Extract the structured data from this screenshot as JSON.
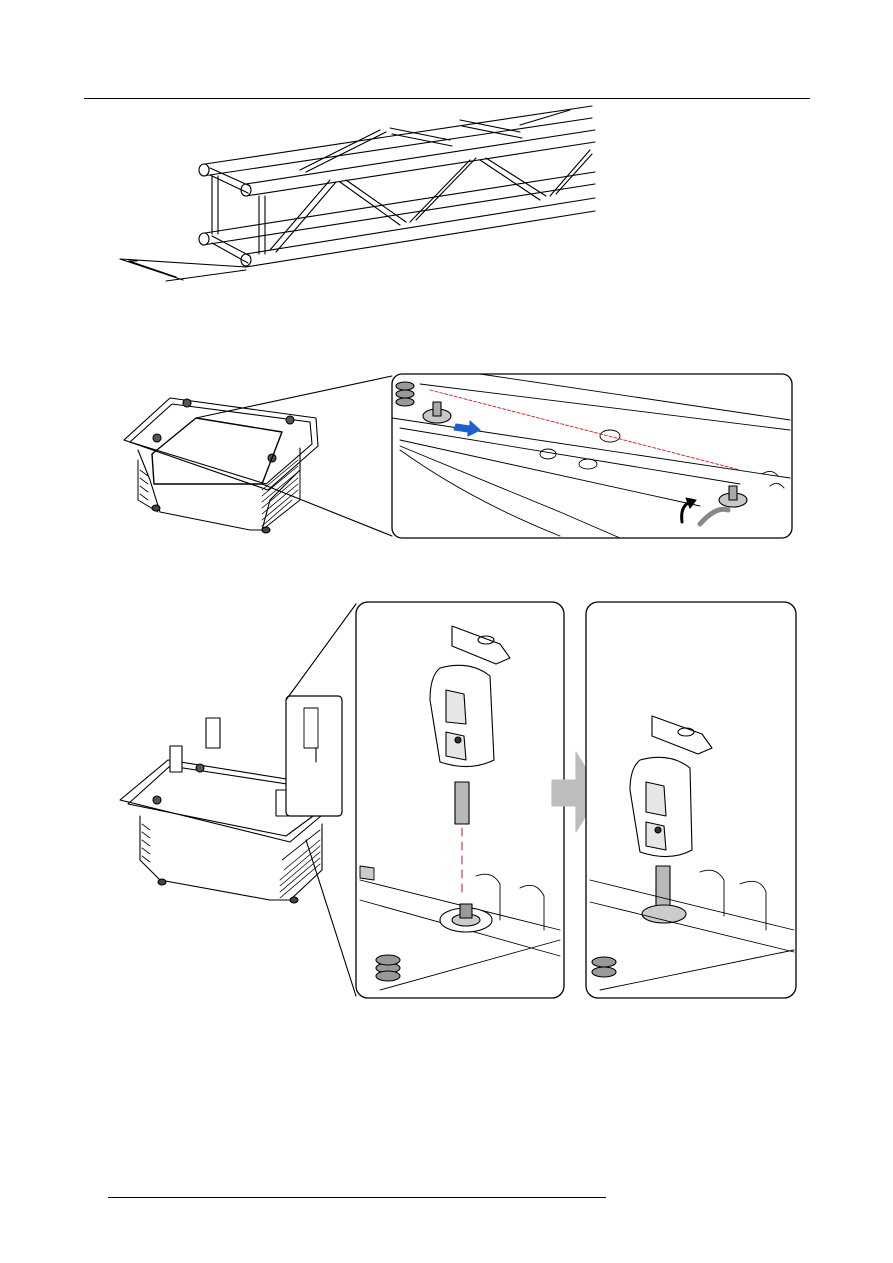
{
  "page": {
    "header_rule": true,
    "footer_rule": true
  },
  "figures": [
    {
      "name": "truss-illustration",
      "text": ""
    },
    {
      "name": "projector-with-frame-detail",
      "text": ""
    },
    {
      "name": "clamp-mounting-sequence",
      "text": ""
    }
  ],
  "colors": {
    "line": "#000000",
    "highlight_blue": "#1d5fd1",
    "guide_red": "#d01a1a",
    "fill_grey": "#c8c8c8",
    "arrow_grey": "#bdbdbd"
  }
}
